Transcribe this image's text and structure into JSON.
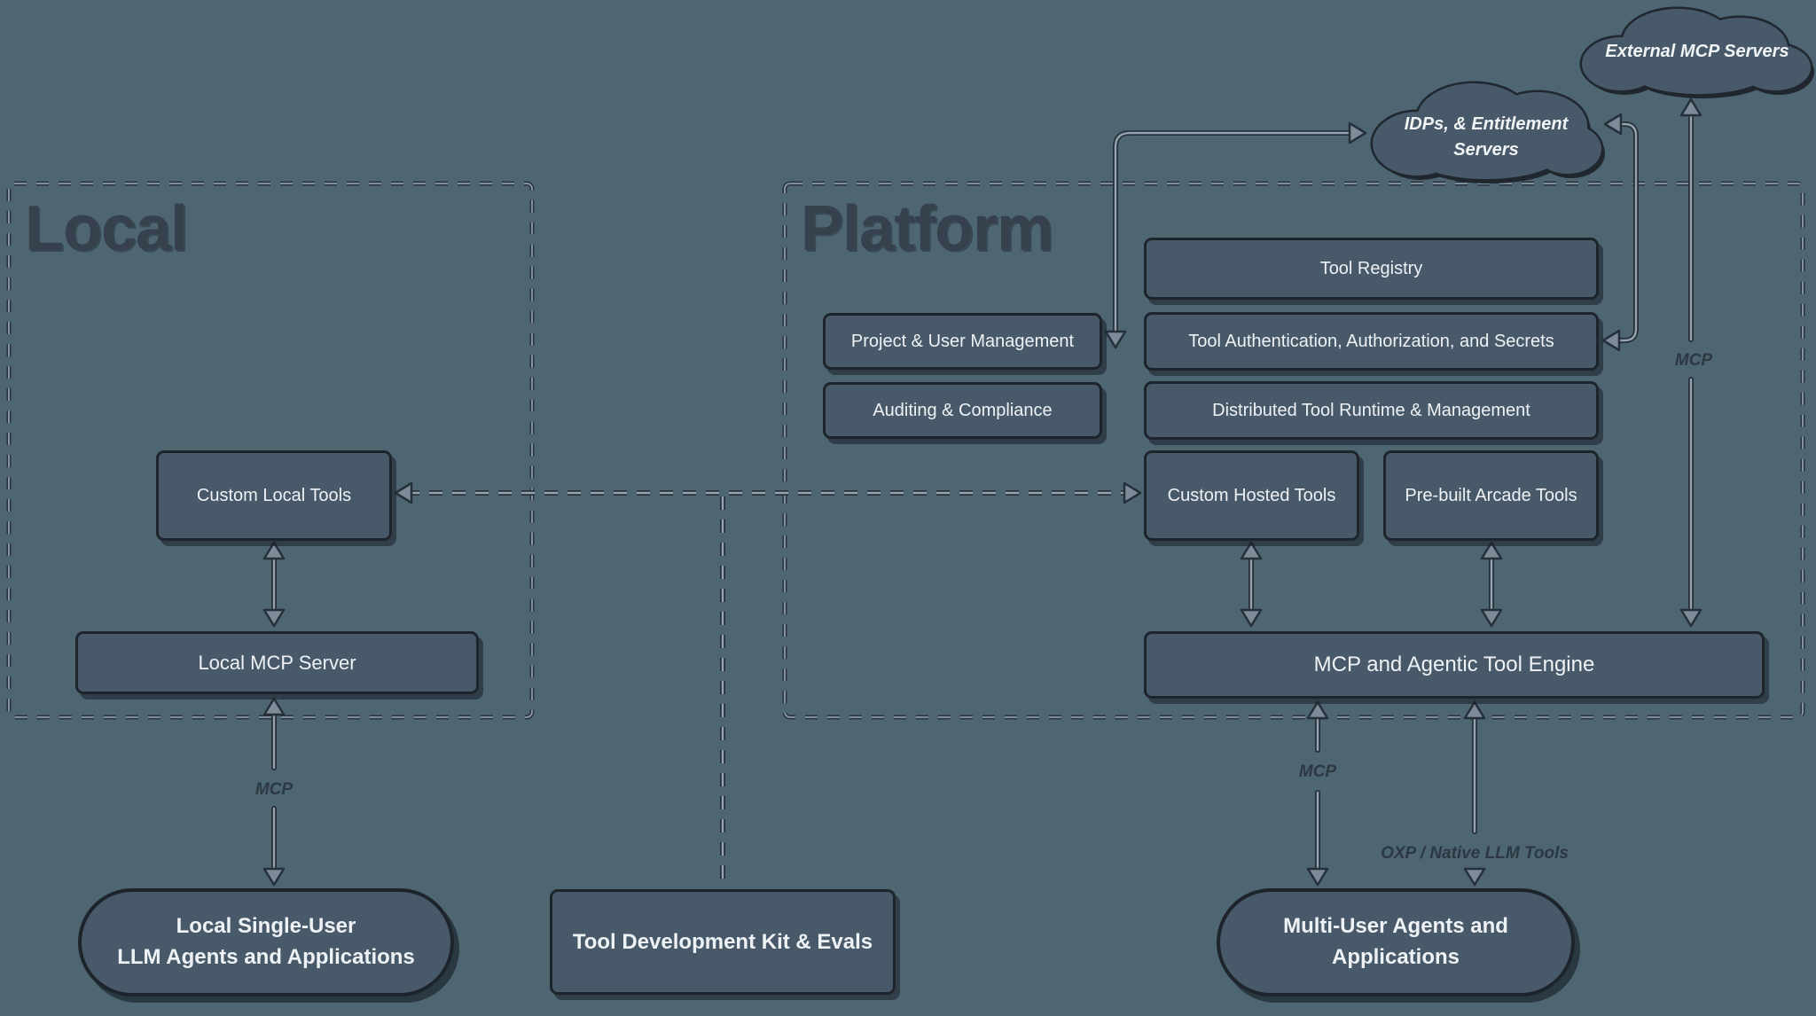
{
  "colors": {
    "background": "#4d6671",
    "box_fill": "#48596a",
    "box_border": "#1d242c",
    "box_text": "#eef2f4",
    "region_title": "#36414d",
    "connector_core": "#94a3ae",
    "connector_outline": "#26303a"
  },
  "local": {
    "title": "Local",
    "boxes": {
      "custom_local_tools": "Custom Local Tools",
      "local_mcp_server": "Local MCP Server"
    }
  },
  "platform": {
    "title": "Platform",
    "boxes": {
      "tool_registry": "Tool Registry",
      "project_user_mgmt": "Project & User Management",
      "tool_auth": "Tool Authentication, Authorization, and Secrets",
      "auditing": "Auditing & Compliance",
      "runtime": "Distributed Tool Runtime & Management",
      "custom_hosted_tools": "Custom Hosted Tools",
      "prebuilt_arcade_tools": "Pre-built Arcade Tools",
      "engine": "MCP and Agentic Tool Engine"
    }
  },
  "clouds": {
    "idps": {
      "line1": "IDPs, & Entitlement",
      "line2": "Servers"
    },
    "external": {
      "label": "External MCP Servers"
    }
  },
  "bottom": {
    "tdk": "Tool Development Kit & Evals",
    "local_pill": {
      "line1": "Local Single-User",
      "line2": "LLM Agents and Applications"
    },
    "multi_pill": {
      "line1": "Multi-User Agents and",
      "line2": "Applications"
    }
  },
  "edge_labels": {
    "local_mcp": "MCP",
    "platform_mcp": "MCP",
    "external_mcp": "MCP",
    "oxp": "OXP / Native LLM Tools"
  }
}
